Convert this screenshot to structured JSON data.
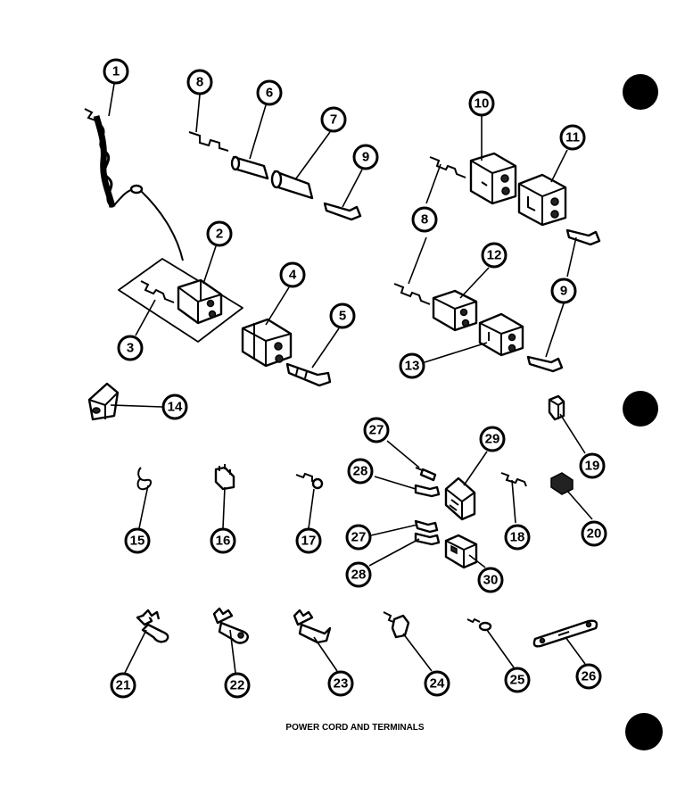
{
  "diagram": {
    "caption": "POWER CORD AND TERMINALS",
    "callouts": [
      "1",
      "2",
      "3",
      "4",
      "5",
      "6",
      "7",
      "8",
      "9",
      "10",
      "11",
      "8",
      "12",
      "9",
      "13",
      "14",
      "19",
      "27",
      "29",
      "28",
      "20",
      "18",
      "15",
      "16",
      "17",
      "27",
      "28",
      "30",
      "21",
      "22",
      "23",
      "24",
      "25",
      "26"
    ]
  }
}
